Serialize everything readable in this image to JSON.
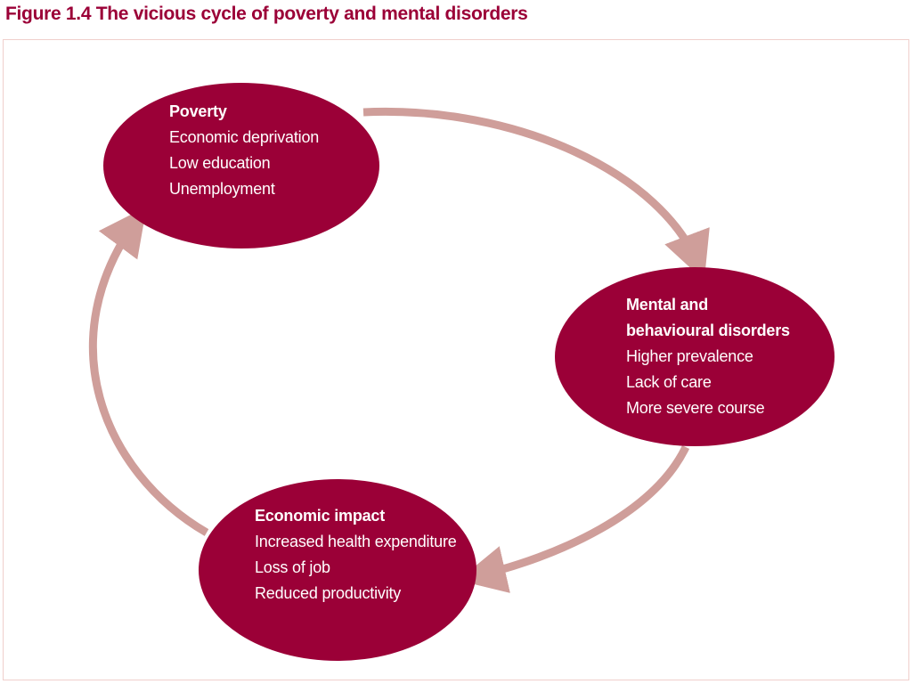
{
  "figure": {
    "title": "Figure 1.4  The vicious cycle of poverty and mental disorders"
  },
  "colors": {
    "node_fill": "#9b0037",
    "arrow": "#cf9e9a",
    "frame_border": "#f0cfcc",
    "title_text": "#9b0037",
    "node_text": "#ffffff"
  },
  "nodes": {
    "poverty": {
      "heading": "Poverty",
      "lines": [
        "Economic deprivation",
        "Low education",
        "Unemployment"
      ]
    },
    "mental": {
      "heading_line1": "Mental and",
      "heading_line2": "behavioural disorders",
      "lines": [
        "Higher prevalence",
        "Lack of care",
        "More severe course"
      ]
    },
    "economic": {
      "heading": "Economic impact",
      "lines": [
        "Increased health expenditure",
        "Loss of job",
        "Reduced productivity"
      ]
    }
  }
}
